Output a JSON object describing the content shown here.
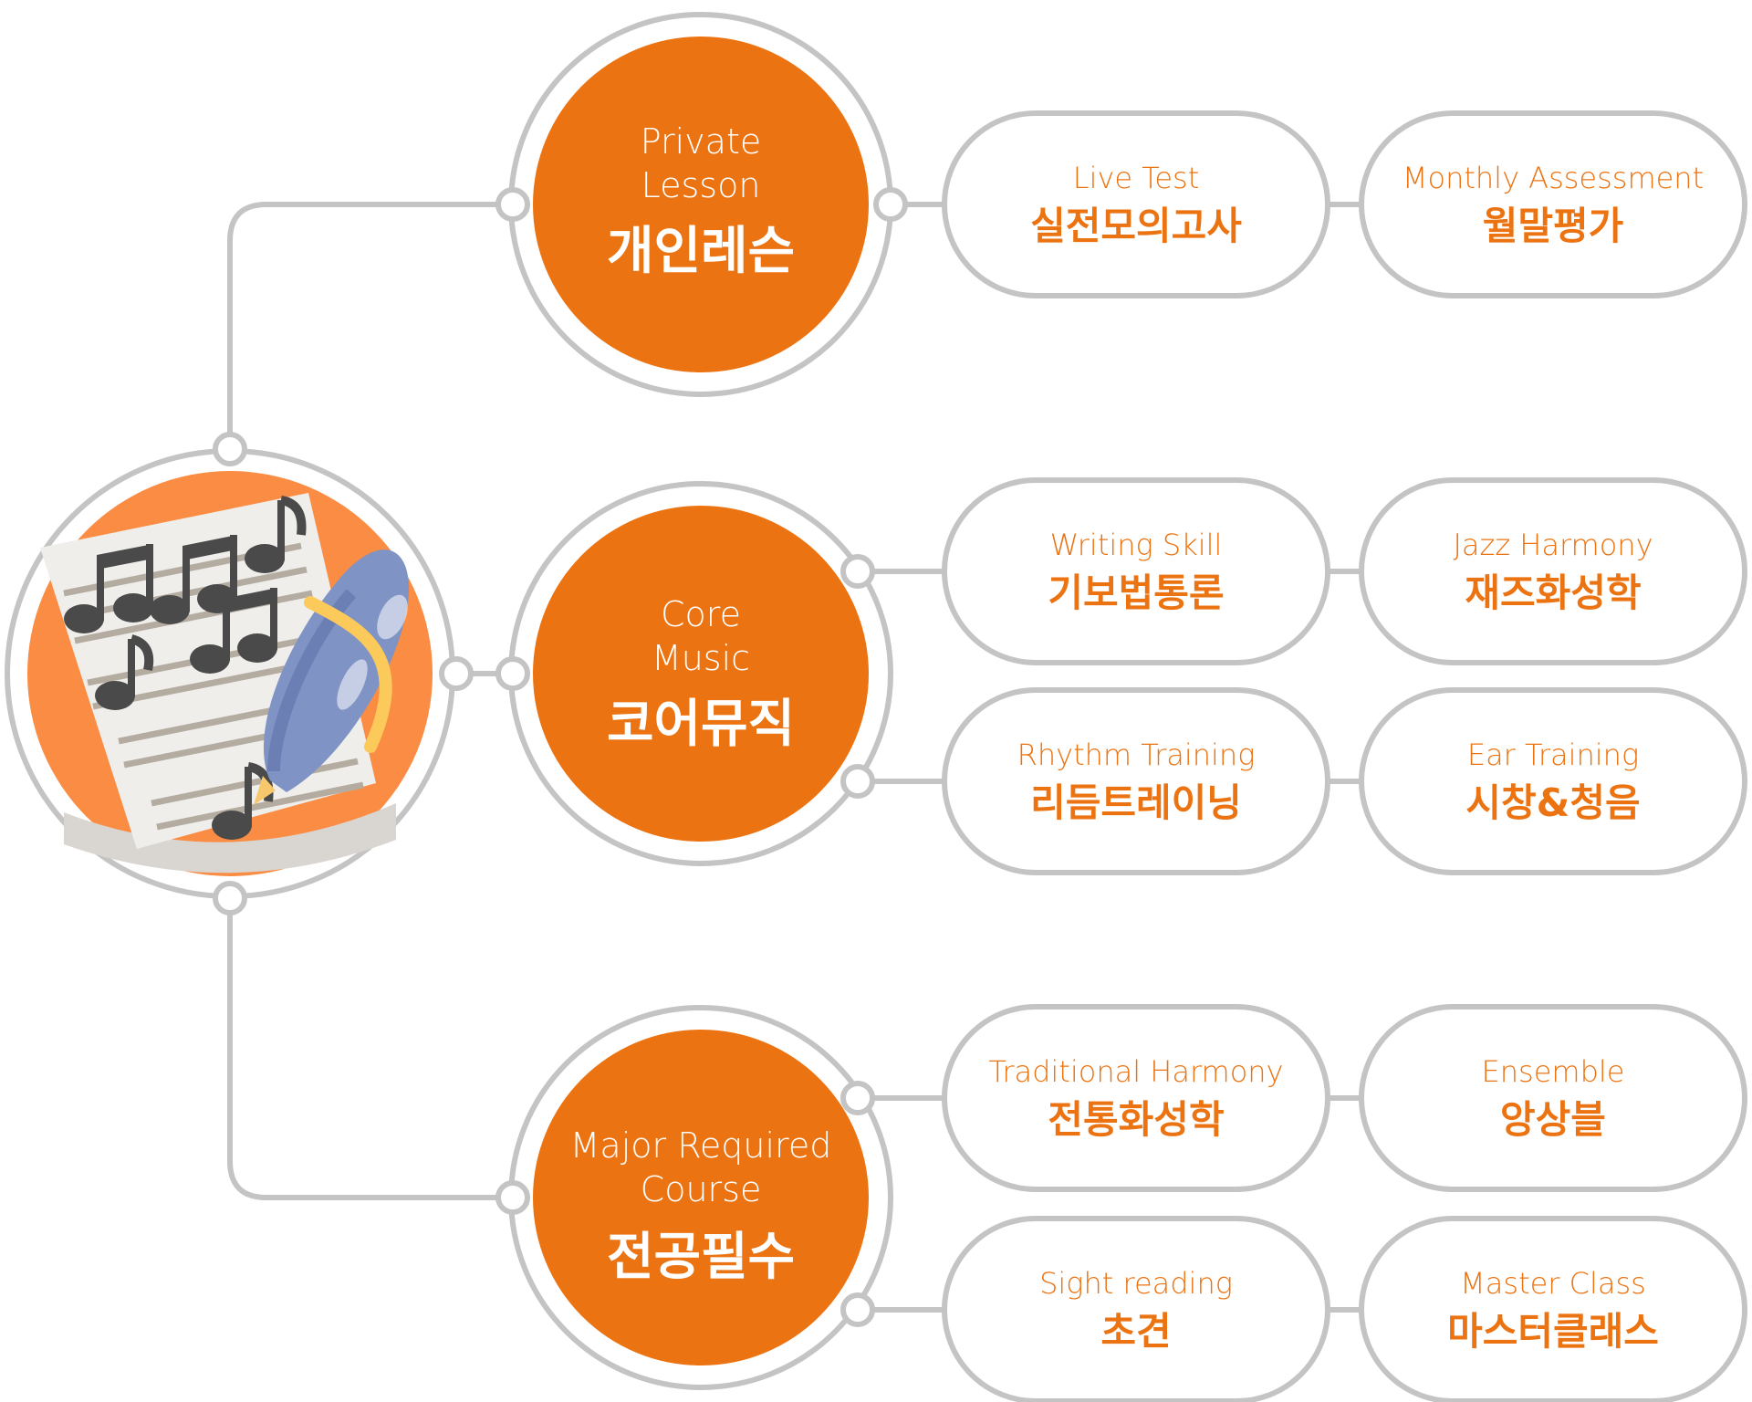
{
  "colors": {
    "accent": "#ec7311",
    "line": "#c4c4c4",
    "background": "#ffffff"
  },
  "center_icon": "sheet-music-pen-icon",
  "categories": [
    {
      "en_line1": "Private",
      "en_line2": "Lesson",
      "ko": "개인레슨",
      "items": [
        {
          "en": "Live Test",
          "ko": "실전모의고사"
        },
        {
          "en": "Monthly Assessment",
          "ko": "월말평가"
        }
      ]
    },
    {
      "en_line1": "Core",
      "en_line2": "Music",
      "ko": "코어뮤직",
      "items": [
        {
          "en": "Writing Skill",
          "ko": "기보법통론"
        },
        {
          "en": "Jazz Harmony",
          "ko": "재즈화성학"
        },
        {
          "en": "Rhythm Training",
          "ko": "리듬트레이닝"
        },
        {
          "en": "Ear Training",
          "ko": "시창&청음"
        }
      ]
    },
    {
      "en_line1": "Major Required",
      "en_line2": "Course",
      "ko": "전공필수",
      "items": [
        {
          "en": "Traditional Harmony",
          "ko": "전통화성학"
        },
        {
          "en": "Ensemble",
          "ko": "앙상블"
        },
        {
          "en": "Sight reading",
          "ko": "초견"
        },
        {
          "en": "Master Class",
          "ko": "마스터클래스"
        }
      ]
    }
  ]
}
